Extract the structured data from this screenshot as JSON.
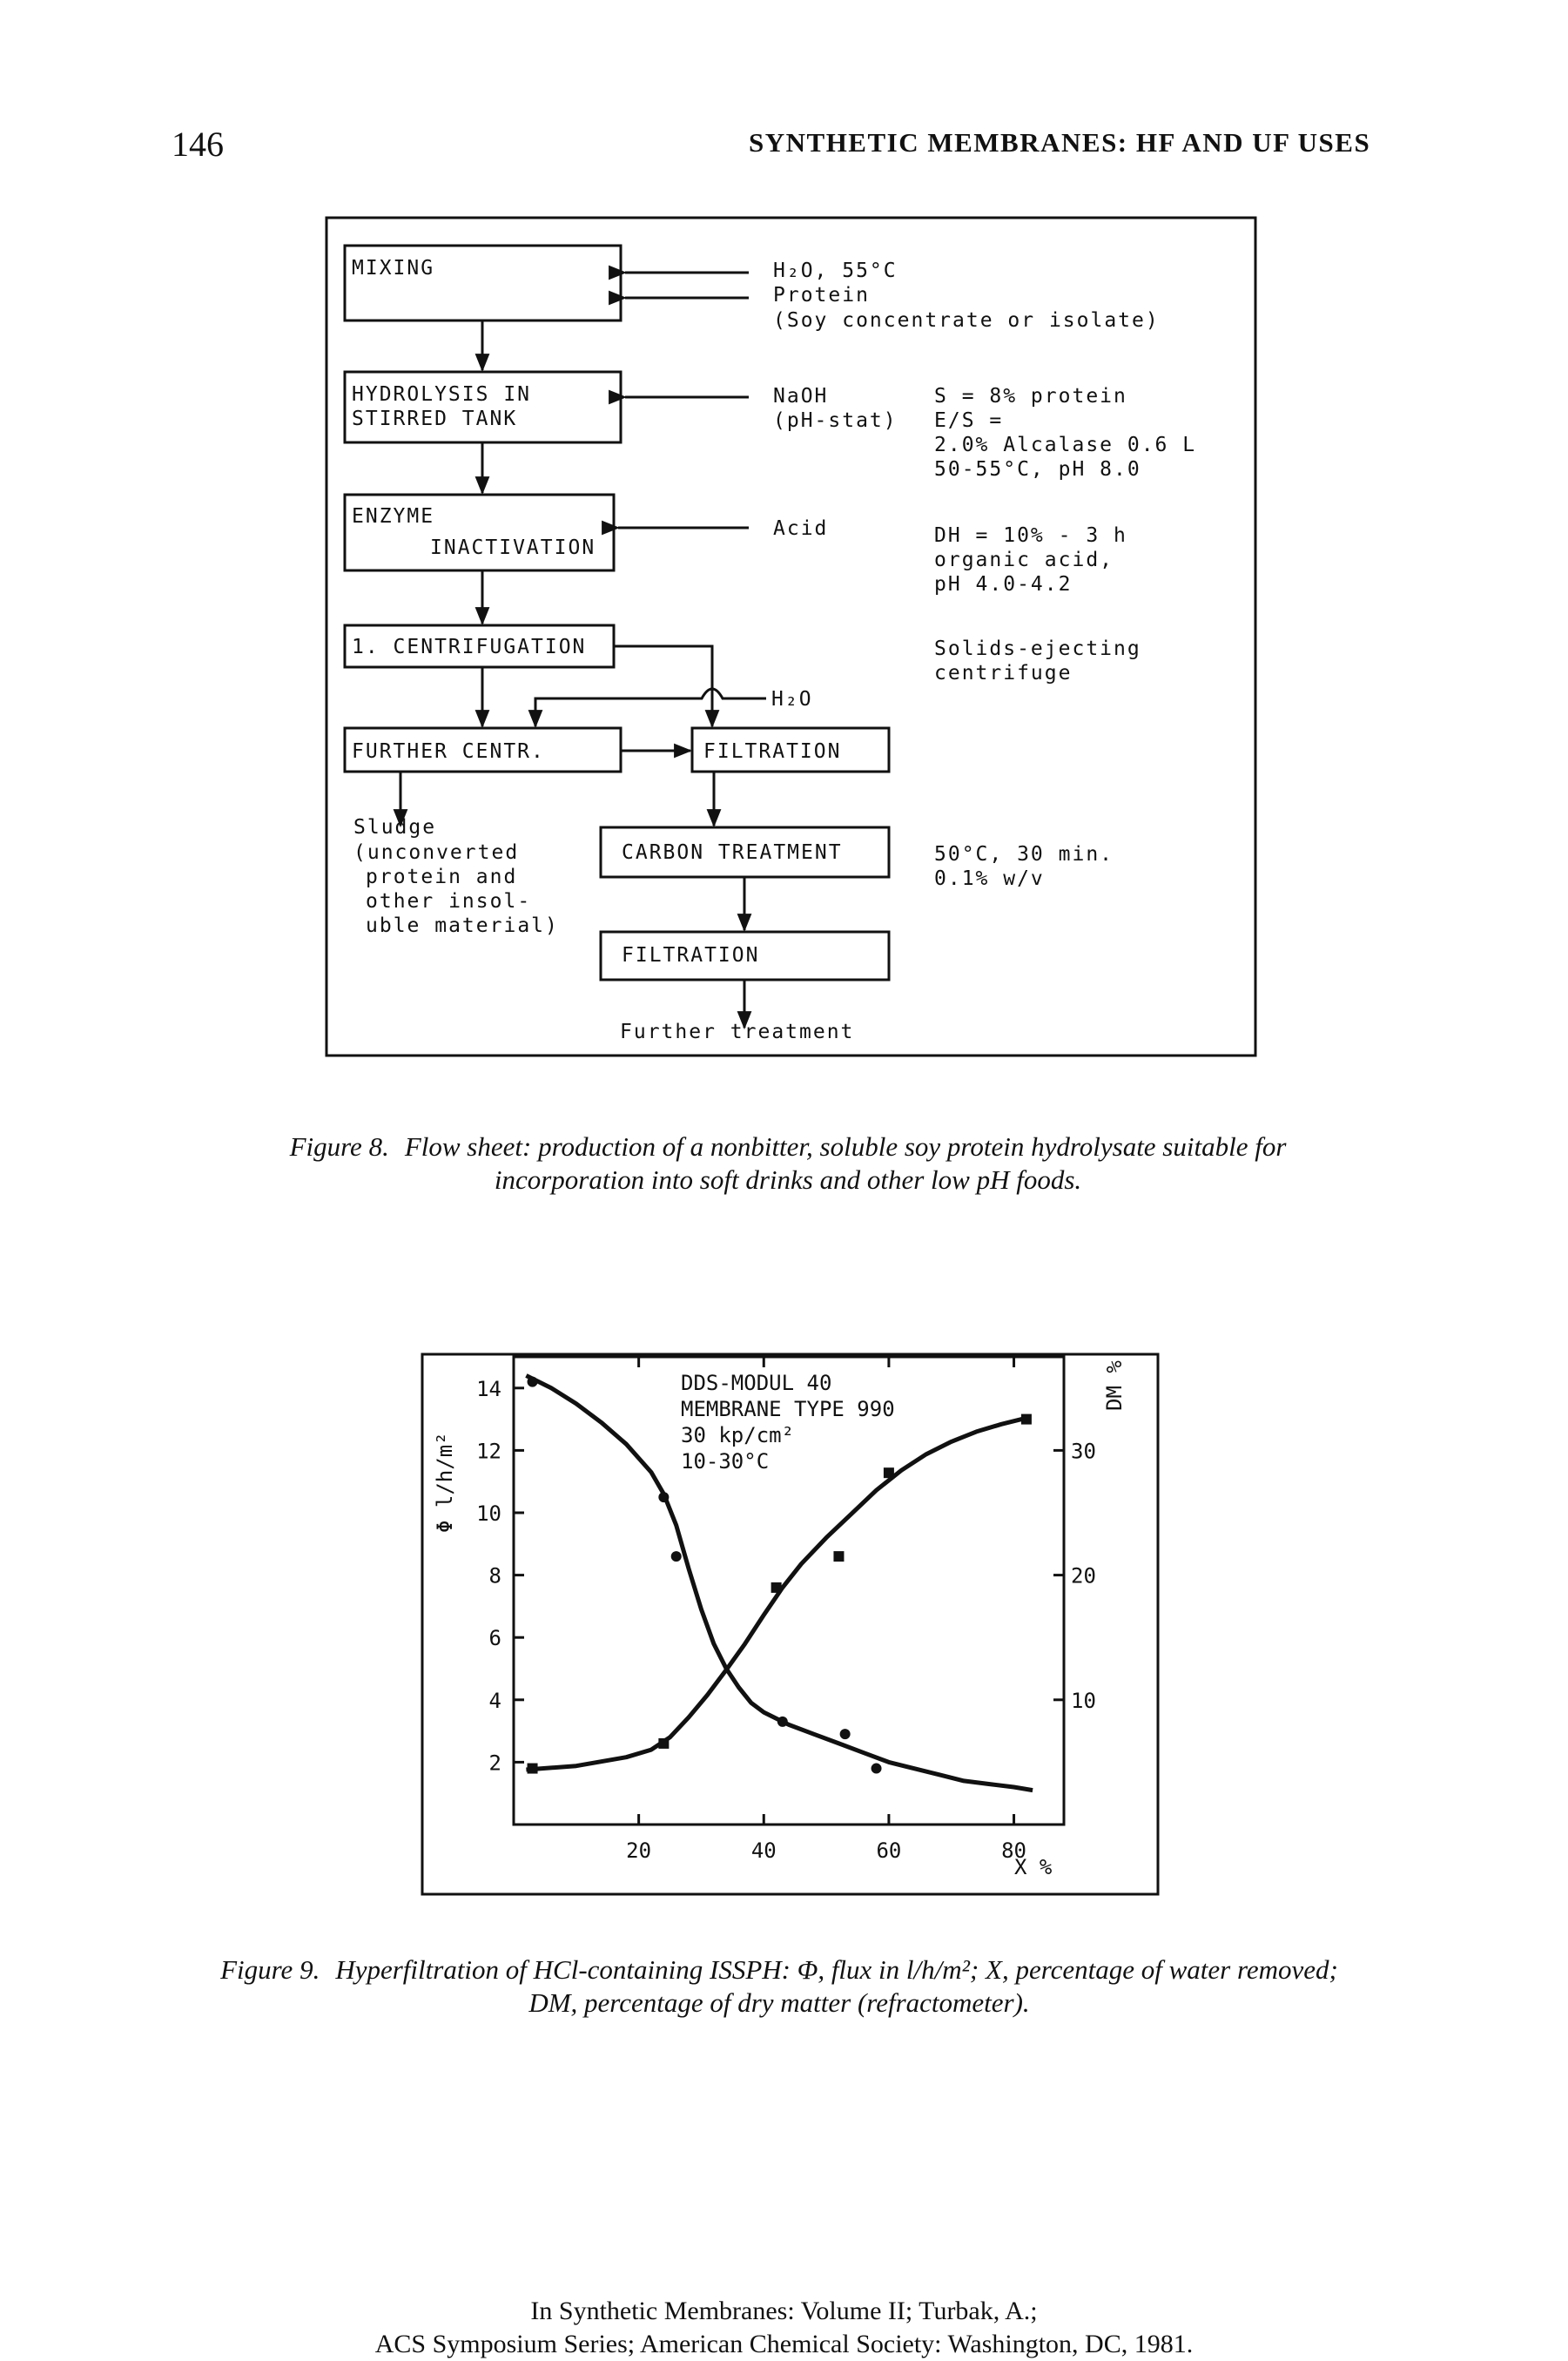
{
  "header": {
    "page_number": "146",
    "running_head": "SYNTHETIC MEMBRANES: HF AND UF USES"
  },
  "figure8": {
    "steps": {
      "mixing": "MIXING",
      "hydrolysis_1": "HYDROLYSIS IN",
      "hydrolysis_2": "STIRRED TANK",
      "enzyme_1": "ENZYME",
      "enzyme_2": "INACTIVATION",
      "centrifugation": "1. CENTRIFUGATION",
      "further_centr": "FURTHER CENTR.",
      "filtration1": "FILTRATION",
      "carbon": "CARBON TREATMENT",
      "filtration2": "FILTRATION",
      "further_treatment": "Further treatment"
    },
    "inputs": {
      "mix_1": "H₂O, 55°C",
      "mix_2": "Protein",
      "mix_3": "(Soy concentrate or isolate)",
      "naoh_1": "NaOH",
      "naoh_2": "(pH-stat)",
      "acid": "Acid",
      "water": "H₂O"
    },
    "notes": {
      "hyd_1": "S = 8% protein",
      "hyd_2": "E/S =",
      "hyd_3": "2.0% Alcalase 0.6 L",
      "hyd_4": "50-55°C, pH 8.0",
      "inact_1": "DH = 10% - 3 h",
      "inact_2": "organic acid,",
      "inact_3": "pH 4.0-4.2",
      "cent_1": "Solids-ejecting",
      "cent_2": "centrifuge",
      "carbon_1": "50°C, 30 min.",
      "carbon_2": "0.1% w/v"
    },
    "sludge": [
      "Sludge",
      "(unconverted",
      "protein and",
      "other insol-",
      "uble material)"
    ],
    "caption_label": "Figure 8.",
    "caption_text": "Flow sheet: production of a nonbitter, soluble soy protein hydrolysate suitable for incorporation into soft drinks and other low pH foods."
  },
  "figure9": {
    "caption_label": "Figure 9.",
    "caption_text": "Hyperfiltration of HCl-containing ISSPH: Φ, flux in l/h/m²; X, percentage of water removed; DM, percentage of dry matter (refractometer)."
  },
  "chart_data": {
    "type": "line",
    "legend_text": [
      "DDS-MODUL 40",
      "MEMBRANE TYPE 990",
      "30 kp/cm²",
      "10-30°C"
    ],
    "xlabel": "X %",
    "ylabel_left": "Φ l/h/m²",
    "ylabel_right": "DM %",
    "x_ticks": [
      "20",
      "40",
      "60",
      "80"
    ],
    "y_left_ticks": [
      "2",
      "4",
      "6",
      "8",
      "10",
      "12",
      "14"
    ],
    "y_right_ticks": [
      "10",
      "20",
      "30"
    ],
    "xlim": [
      0,
      88
    ],
    "ylim_left": [
      0,
      15
    ],
    "ylim_right": [
      0,
      37.5
    ],
    "grid": false,
    "series": [
      {
        "name": "Φ",
        "axis": "left",
        "marker": "circle",
        "x": [
          3,
          24,
          26,
          43,
          53,
          58
        ],
        "y": [
          14.2,
          10.5,
          8.6,
          3.3,
          2.9,
          1.8
        ],
        "curve_x": [
          2,
          6,
          10,
          14,
          18,
          22,
          24,
          26,
          28,
          30,
          32,
          34,
          36,
          38,
          40,
          44,
          48,
          52,
          56,
          60,
          64,
          68,
          72,
          76,
          80,
          83
        ],
        "curve_y": [
          14.4,
          14.0,
          13.5,
          12.9,
          12.2,
          11.3,
          10.6,
          9.6,
          8.2,
          6.9,
          5.8,
          5.0,
          4.4,
          3.9,
          3.6,
          3.2,
          2.9,
          2.6,
          2.3,
          2.0,
          1.8,
          1.6,
          1.4,
          1.3,
          1.2,
          1.1
        ]
      },
      {
        "name": "DM",
        "axis": "right",
        "marker": "square",
        "x": [
          3,
          24,
          42,
          52,
          60,
          82
        ],
        "y": [
          4.5,
          6.5,
          19.0,
          21.5,
          28.2,
          32.5
        ],
        "curve_x": [
          2,
          10,
          18,
          22,
          25,
          28,
          31,
          34,
          37,
          40,
          43,
          46,
          50,
          54,
          58,
          62,
          66,
          70,
          74,
          78,
          82
        ],
        "curve_y": [
          4.4,
          4.7,
          5.4,
          6.0,
          7.0,
          8.6,
          10.4,
          12.4,
          14.5,
          16.8,
          19.0,
          20.9,
          23.0,
          24.9,
          26.8,
          28.4,
          29.7,
          30.7,
          31.5,
          32.1,
          32.6
        ]
      }
    ]
  },
  "footer": {
    "line1": "In Synthetic Membranes: Volume II; Turbak, A.;",
    "line2": "ACS Symposium Series; American Chemical Society: Washington, DC, 1981."
  }
}
